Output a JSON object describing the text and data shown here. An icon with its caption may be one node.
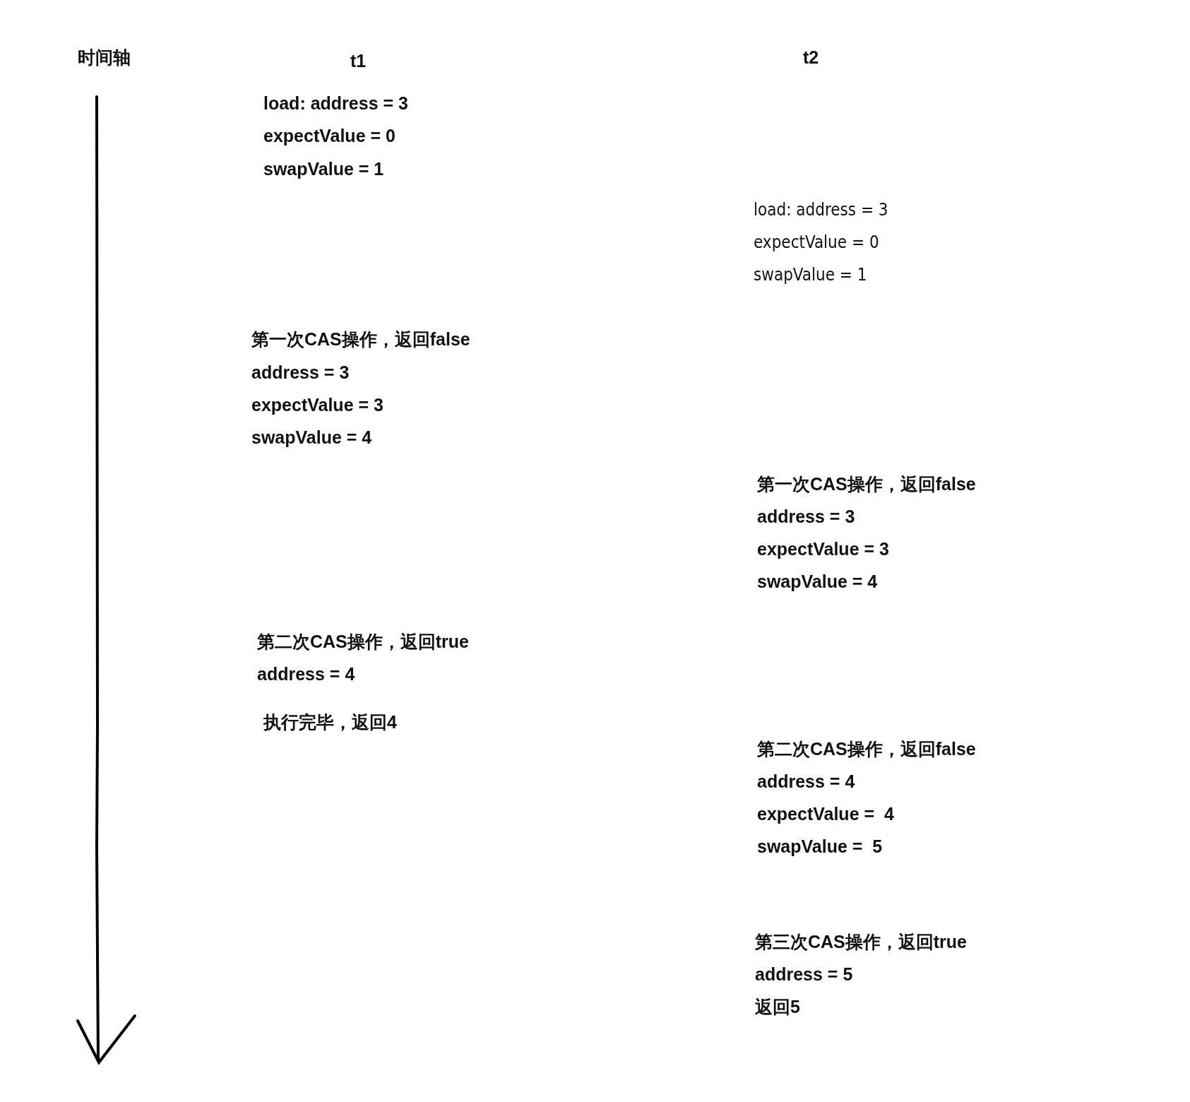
{
  "diagram": {
    "labels": [
      "时间轴",
      "t1",
      "t2",
      "load: address = 3",
      "expectValue = 0",
      "swapValue = 1",
      "load: address = 3",
      "expectValue = 0",
      "swapValue = 1",
      "第一次CAS操作，返回false",
      "address = 3",
      "expectValue = 3",
      "swapValue = 4",
      "第一次CAS操作，返回false",
      "address = 3",
      "expectValue = 3",
      "swapValue = 4",
      "第二次CAS操作，返回true",
      "address = 4",
      "执行完毕，返回4",
      "第二次CAS操作，返回false",
      "address = 4",
      "expectValue =  4",
      "swapValue =  5",
      "第三次CAS操作，返回true",
      "address = 5",
      "返回5"
    ]
  }
}
